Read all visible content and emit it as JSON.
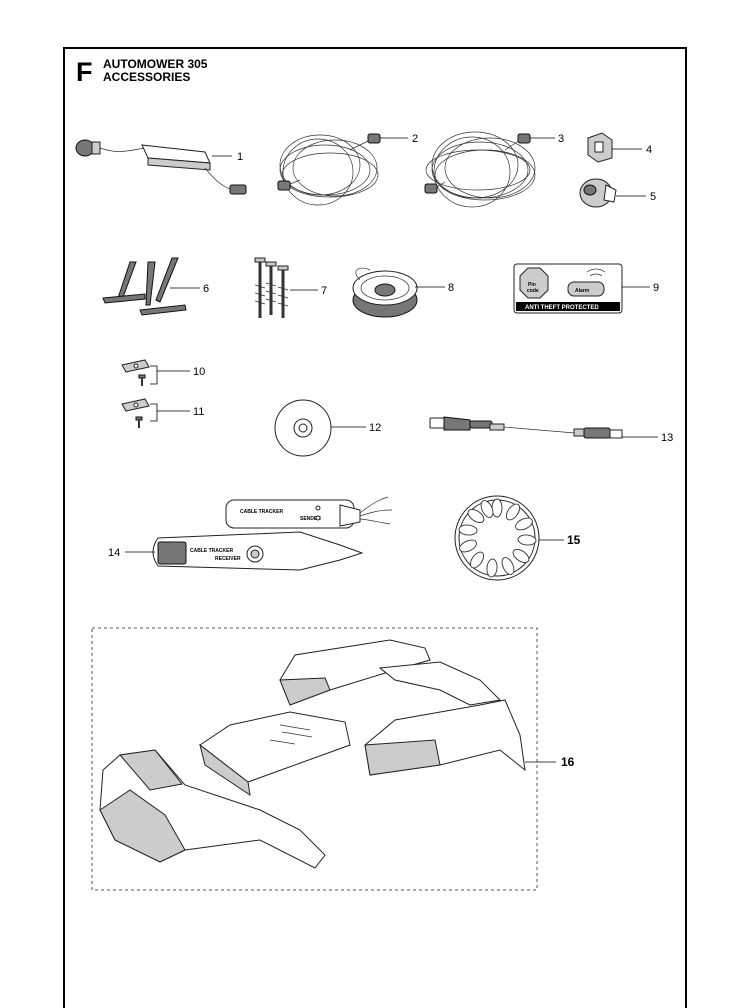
{
  "header": {
    "section_letter": "F",
    "title_line1": "AUTOMOWER 305",
    "title_line2": "ACCESSORIES"
  },
  "callouts": {
    "c1": "1",
    "c2": "2",
    "c3": "3",
    "c4": "4",
    "c5": "5",
    "c6": "6",
    "c7": "7",
    "c8": "8",
    "c9": "9",
    "c10": "10",
    "c11": "11",
    "c12": "12",
    "c13": "13",
    "c14": "14",
    "c15": "15",
    "c16": "16"
  },
  "decal": {
    "top_left": "Pin",
    "top_left_sub": "code",
    "top_right": "Alarm",
    "bottom": "ANTI THEFT PROTECTED"
  },
  "tracker": {
    "sender_label": "CABLE TRACKER",
    "sender_sub": "SENDER",
    "receiver_label": "CABLE TRACKER",
    "receiver_sub": "RECEIVER"
  }
}
